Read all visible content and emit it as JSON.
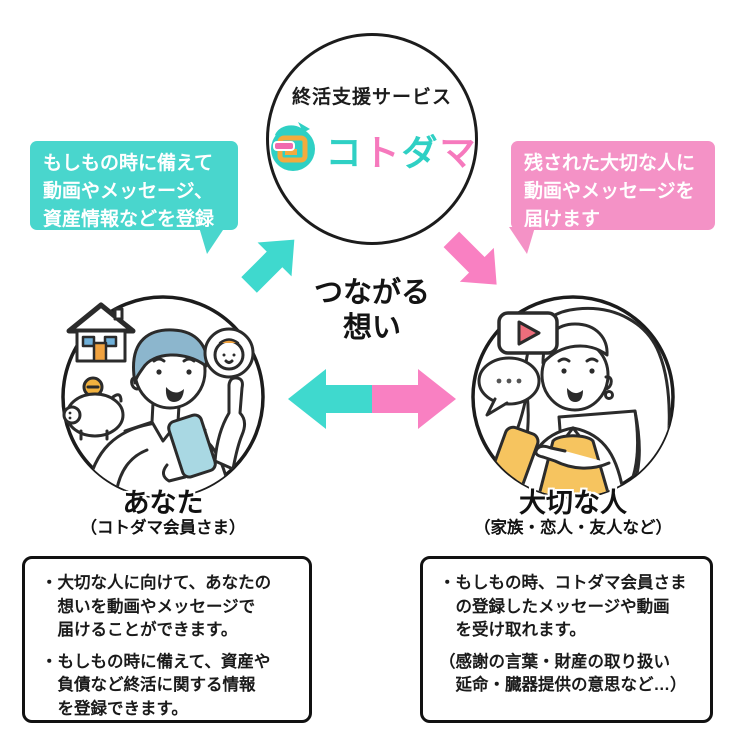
{
  "top_circle": {
    "category_label": "終活支援サービス",
    "brand_name": "コトダマ",
    "brand_letters": [
      "コ",
      "ト",
      "ダ",
      "マ"
    ]
  },
  "bubble_left": {
    "text": "もしもの時に備えて\n動画やメッセージ、\n資産情報などを登録"
  },
  "bubble_right": {
    "text": "残された大切な人に\n動画やメッセージを\n届けます"
  },
  "center_message": {
    "line1": "つながる",
    "line2": "想い"
  },
  "member": {
    "name": "あなた",
    "role": "（コトダマ会員さま）"
  },
  "recipient": {
    "name": "大切な人",
    "role": "（家族・恋人・友人など）"
  },
  "member_box": {
    "bullets": [
      "・大切な人に向けて、あなたの\n想いを動画やメッセージで\n届けることができます。",
      "・もしもの時に備えて、資産や\n負債など終活に関する情報\nを登録できます。"
    ]
  },
  "recipient_box": {
    "bullets": [
      "・もしもの時、コトダマ会員さま\nの登録したメッセージや動画\nを受け取れます。"
    ],
    "note": "（感謝の言葉・財産の取り扱い\n延命・臓器提供の意思など…）"
  },
  "icons": {
    "logo_mark": "circular-swirl-arrow-with-stylized-ko",
    "member_side_icons": [
      "house-icon",
      "piggy-bank-icon",
      "baby-icon"
    ],
    "recipient_side_icons": [
      "video-play-icon",
      "chat-bubble-icon"
    ],
    "flow_arrows": [
      "up-right-arrow",
      "down-right-arrow",
      "left-right-double-arrow"
    ]
  },
  "colors": {
    "teal": "#49d6cd",
    "pink": "#f492c6",
    "arrow_teal": "#3fd9ce",
    "arrow_pink": "#f980c2",
    "orange": "#f0a23f",
    "yellow": "#f6c45f",
    "phone_blue": "#a9d8e3",
    "hair_blue": "#8cb6cd",
    "play_coral": "#ee6e7c",
    "outline": "#1c1c1c"
  }
}
